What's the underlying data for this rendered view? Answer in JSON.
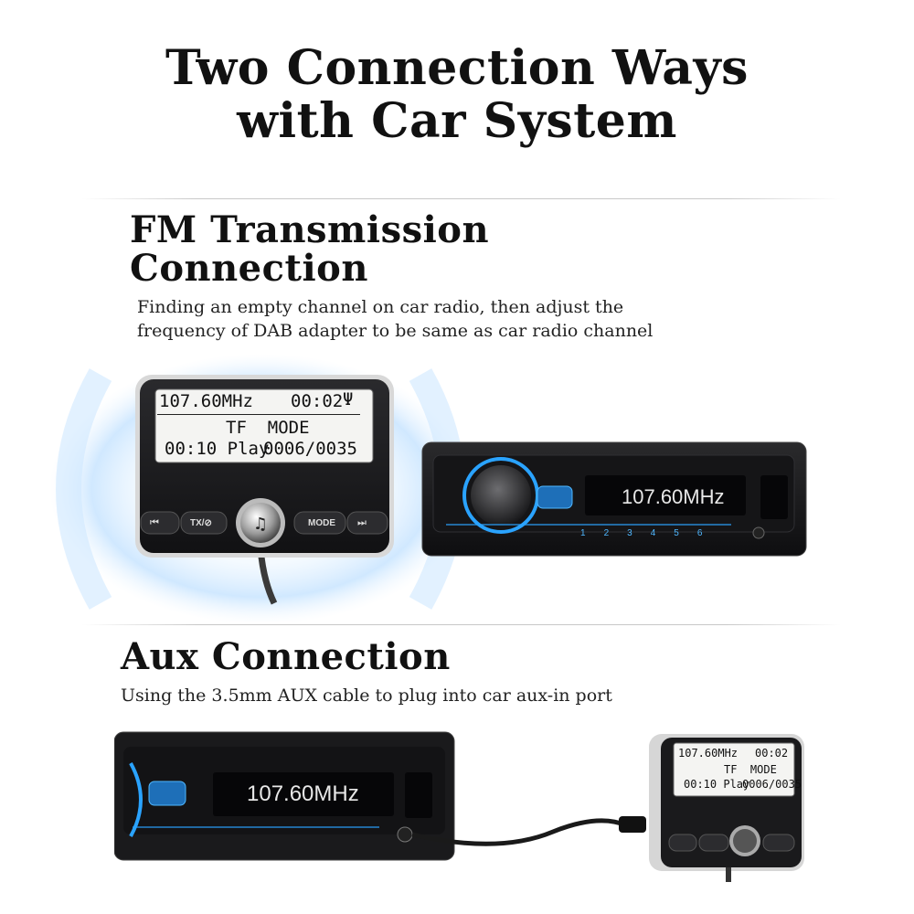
{
  "header": {
    "title_line1": "Two Connection Ways",
    "title_line2": "with Car System"
  },
  "fm_section": {
    "heading_line1": "FM Transmission",
    "heading_line2": "Connection",
    "desc_line1": "Finding an empty channel on car radio, then adjust the",
    "desc_line2": "frequency of DAB adapter to be same as car radio channel"
  },
  "aux_section": {
    "heading": "Aux Connection",
    "desc": "Using the 3.5mm AUX cable to plug into car aux-in port"
  },
  "adapter_display": {
    "frequency": "107.60MHz",
    "time": "00:02",
    "mode": "TF  MODE",
    "status": "00:10 Play",
    "track": "0006/0035"
  },
  "adapter_buttons": {
    "prev": "⏮",
    "tx": "TX/⊘",
    "mode": "MODE",
    "next": "⏭"
  },
  "car_radio": {
    "frequency": "107.60MHz",
    "presets": [
      "1",
      "2",
      "3",
      "4",
      "5",
      "6"
    ]
  },
  "colors": {
    "accent_blue": "#2aa3ff",
    "glow": "#bfe2ff",
    "device_body": "#1b1b1d",
    "lcd_bg": "#f4f4f2"
  }
}
